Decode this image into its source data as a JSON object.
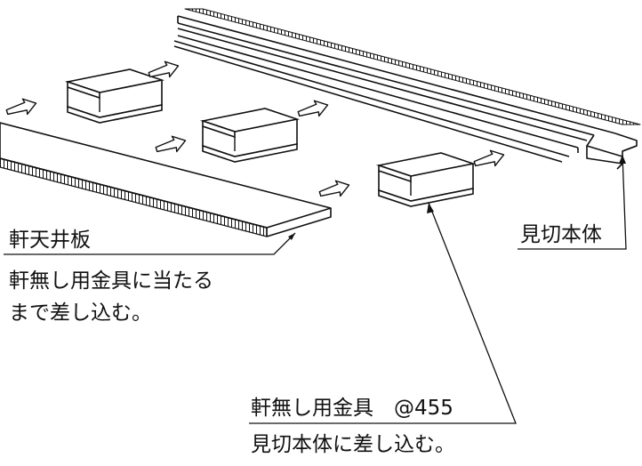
{
  "labels": {
    "soffit_board": "軒天井板",
    "soffit_instruction_line1": "軒無し用金具に当たる",
    "soffit_instruction_line2": "まで差し込む。",
    "trim_body": "見切本体",
    "fitting_name": "軒無し用金具　@455",
    "fitting_instruction": "見切本体に差し込む。"
  },
  "colors": {
    "line": "#111111",
    "background": "#ffffff"
  },
  "icons": [
    "insertion-arrow-icon"
  ]
}
